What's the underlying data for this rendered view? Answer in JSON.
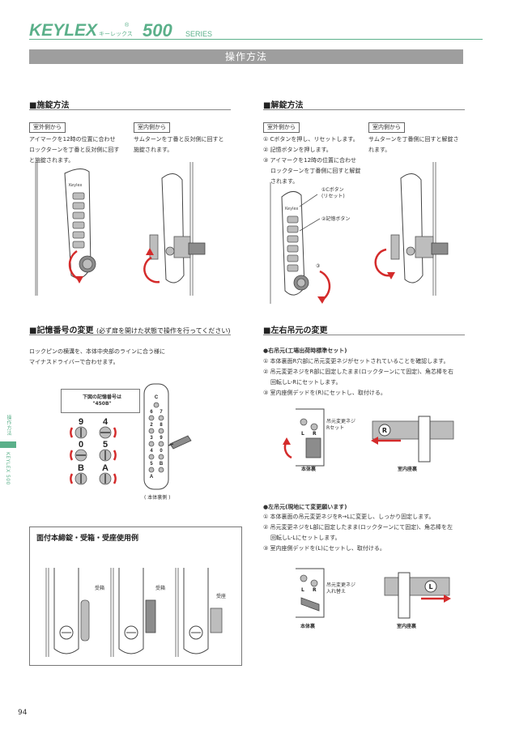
{
  "header": {
    "brand": "KEYLEX",
    "registered_mark": "®",
    "brand_kana": "キーレックス",
    "model": "500",
    "series": "SERIES",
    "section_title": "操作方法",
    "accent_color": "#5bb08a"
  },
  "locking": {
    "heading": "■施錠方法",
    "outside_tag": "室外側から",
    "outside_lines": [
      "アイマークを12時の位置に合わせ",
      "ロックターンを丁番と反対側に回す",
      "と施錠されます。"
    ],
    "inside_tag": "室内側から",
    "inside_lines": [
      "サムターンを丁番と反対側に回すと",
      "施錠されます。"
    ]
  },
  "unlocking": {
    "heading": "■解錠方法",
    "outside_tag": "室外側から",
    "outside_lines": [
      "① Cボタンを押し、リセットします。",
      "② 記憶ボタンを押します。",
      "③ アイマークを12時の位置に合わせ",
      "ロックターンを丁番側に回すと解錠",
      "されます。"
    ],
    "inside_tag": "室内側から",
    "inside_lines": [
      "サムターンを丁番側に回すと解錠さ",
      "れます。"
    ],
    "callout_c_button": [
      "①Cボタン",
      "(リセット)"
    ],
    "callout_memory": "②記憶ボタン",
    "callout_step3": "③"
  },
  "memory_change": {
    "heading": "■記憶番号の変更",
    "note": "(必ず扉を開けた状態で操作を行ってください)",
    "lines": [
      "ロックピンの横溝を、本体中央部のラインに合う様に",
      "マイナスドライバーで合わせます。"
    ],
    "example_label": [
      "下図の記憶番号は",
      "\"450B\""
    ],
    "pin_labels": [
      "9",
      "4",
      "0",
      "5",
      "B",
      "A"
    ],
    "keypad_labels": [
      "C",
      "6",
      "7",
      "2",
      "8",
      "3",
      "9",
      "4",
      "0",
      "5",
      "B",
      "A"
    ],
    "body_back_label": "( 本体裏側 )"
  },
  "hand_change": {
    "heading": "■左右吊元の変更",
    "right_title": "●右吊元(工場出荷時標準セット)",
    "right_lines": [
      "① 本体裏面R穴部に吊元変更ネジがセットされていることを確認します。",
      "② 吊元変更ネジをR部に固定したまま(ロックターンにて固定)、角芯棒を右",
      "回転しL-Rにセットします。",
      "③ 室内座側デッドを(R)にセットし、取付ける。"
    ],
    "right_callout": [
      "吊元変更ネジ",
      "Rセット"
    ],
    "right_body_label": "本体裏",
    "right_inside_label": "室内座裏",
    "right_badge": "R",
    "left_title": "●左吊元(現地にて変更願います)",
    "left_lines": [
      "① 本体裏面の吊元変更ネジをR→Lに変更し、しっかり固定します。",
      "② 吊元変更ネジをL部に固定したまま(ロックターンにて固定)、角芯棒を左",
      "回転しL-Lにセットします。",
      "③ 室内座側デッドを(L)にセットし、取付ける。"
    ],
    "left_callout": [
      "吊元変更ネジ",
      "入れ替え"
    ],
    "left_body_label": "本体裏",
    "left_inside_label": "室内座裏",
    "left_badge": "L",
    "hole_labels": [
      "L",
      "R"
    ]
  },
  "usage_box": {
    "title": "面付本締錠・受箱・受座使用例",
    "labels": [
      "受箱",
      "受箱",
      "受座"
    ]
  },
  "sidebar": {
    "chapter": "操作方法",
    "product": "KEYLEX 500"
  },
  "footer": {
    "page_number": "94"
  }
}
